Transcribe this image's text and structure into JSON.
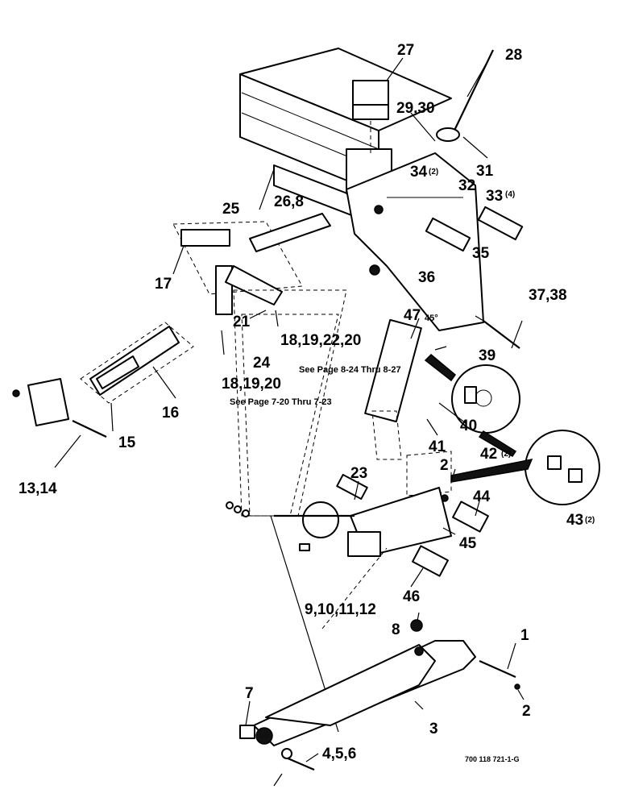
{
  "figure": {
    "drawing_number": "700 118 721-1-G",
    "notes": {
      "ref_a": "See Page 8-24 Thru 8-27",
      "ref_b": "See Page 7-20 Thru 7-23"
    },
    "callouts": {
      "c1": "1",
      "c2": "2",
      "c2b": "2",
      "c3": "3",
      "c4": "4,5,6",
      "c7": "7",
      "c8": "8",
      "c9": "9,10,11,12",
      "c13": "13,14",
      "c15": "15",
      "c16": "16",
      "c17": "17",
      "c18a": "18,19,22,20",
      "c18b": "18,19,20",
      "c21": "21",
      "c23": "23",
      "c24": "24",
      "c25": "25",
      "c26": "26,8",
      "c27": "27",
      "c28": "28",
      "c29": "29,30",
      "c31": "31",
      "c32": "32",
      "c33": "33",
      "c33q": "(4)",
      "c34": "34",
      "c34q": "(2)",
      "c35": "35",
      "c36": "36",
      "c37": "37,38",
      "c39": "39",
      "c40": "40",
      "c41": "41",
      "c42": "42",
      "c42q": "(2)",
      "c43": "43",
      "c43q": "(2)",
      "c44": "44",
      "c45": "45",
      "c46": "46",
      "c47": "47",
      "angle": "45°"
    }
  }
}
